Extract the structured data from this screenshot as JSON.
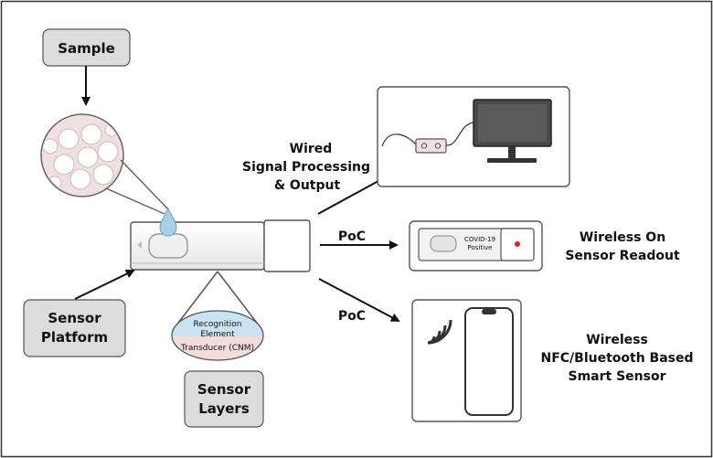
{
  "labels": {
    "sample": "Sample",
    "sensor_platform": [
      "Sensor",
      "Platform"
    ],
    "sensor_layers": [
      "Sensor",
      "Layers"
    ],
    "recognition_element": [
      "Recognition",
      "Element"
    ],
    "transducer": "Transducer (CNM)",
    "wired": [
      "Wired",
      "Signal Processing",
      "& Output"
    ],
    "poc_1": "PoC",
    "poc_2": "PoC",
    "wireless_on": [
      "Wireless On",
      "Sensor Readout"
    ],
    "wireless_nfc": [
      "Wireless",
      "NFC/Bluetooth Based",
      "Smart Sensor"
    ],
    "covid_text": [
      "COVID-19",
      "Positive"
    ]
  },
  "icons": {
    "monitor": "monitor-icon",
    "device": "usb-sensor-device-icon",
    "phone": "smartphone-icon",
    "wireless": "wireless-signal-icon",
    "droplet": "droplet-icon"
  },
  "colors": {
    "label_box": "#dcdcdc",
    "recognition": "#c9e3f2",
    "transducer": "#f3dcdc",
    "indicator": "#e02020",
    "droplet": "#a9cfe8"
  }
}
